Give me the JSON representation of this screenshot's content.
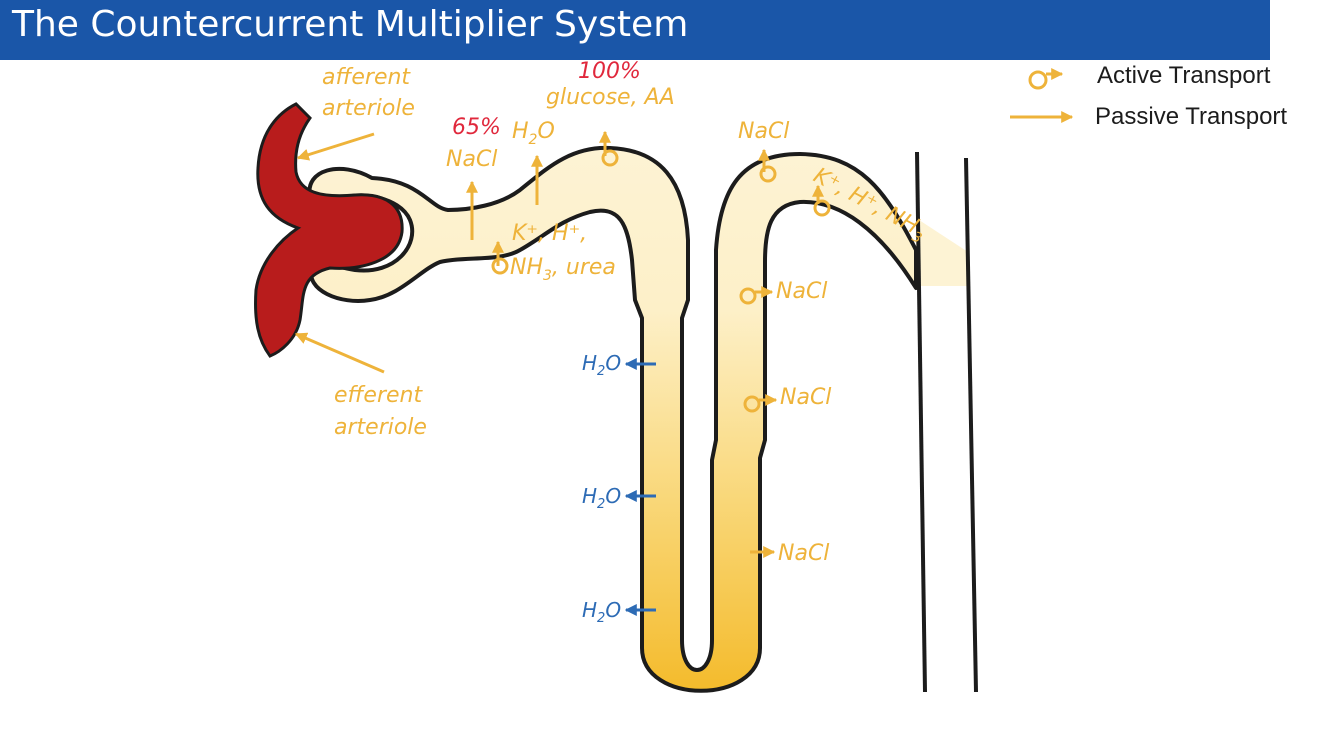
{
  "title": "The Countercurrent Multiplier System",
  "legend": {
    "active": "Active Transport",
    "passive": "Passive Transport"
  },
  "labels": {
    "afferent_1": "afferent",
    "afferent_2": "arteriole",
    "efferent_1": "efferent",
    "efferent_2": "arteriole",
    "pct_65": "65%",
    "nacl_pct": "NaCl",
    "h2o_top": "H",
    "h2o_top_sub": "2",
    "h2o_top_o": "O",
    "pct_100": "100%",
    "glucose": "glucose, AA",
    "k_h": "K⁺, H⁺,",
    "nh3": "NH",
    "nh3_sub": "3",
    "urea": ", urea",
    "nacl_asc_top": "NaCl",
    "k_h_nh3": "K⁺, H⁺, NH",
    "k_h_nh3_sub": "3",
    "nacl_1": "NaCl",
    "nacl_2": "NaCl",
    "nacl_3": "NaCl",
    "h2o_1": "H",
    "h2o_1_sub": "2",
    "h2o_1_o": "O",
    "h2o_2": "H",
    "h2o_2_sub": "2",
    "h2o_2_o": "O",
    "h2o_3": "H",
    "h2o_3_sub": "2",
    "h2o_3_o": "O"
  },
  "colors": {
    "title_bg": "#1a56a8",
    "arteriole": "#b81c1c",
    "label_orange": "#eeb33a",
    "label_red": "#e0283c",
    "water_blue": "#2d6bb5",
    "tubule_light": "#fdf3d4",
    "tubule_dark": "#f6c23a"
  }
}
